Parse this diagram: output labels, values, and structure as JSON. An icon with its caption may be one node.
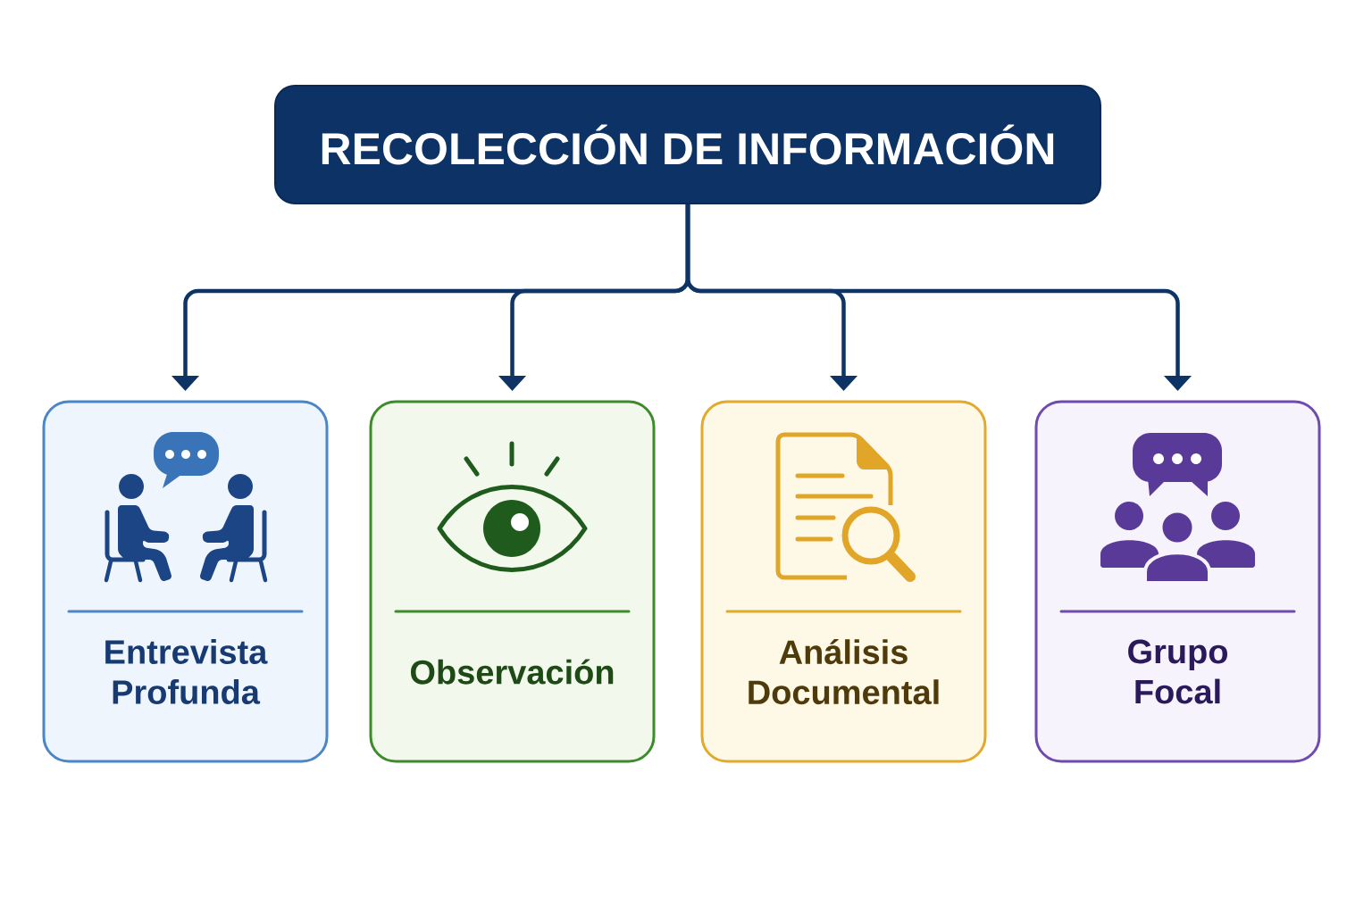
{
  "diagram": {
    "nodes": [
      {
        "text": [
          "RECOLECCIÓN DE INFORMACIÓN"
        ]
      },
      {
        "text": [
          "Entrevista Profunda"
        ]
      },
      {
        "text": [
          "Observación"
        ]
      },
      {
        "text": [
          "Análisis Documental"
        ]
      },
      {
        "text": [
          "Grupo Focal"
        ]
      }
    ],
    "edges": [
      {
        "from": 0,
        "to": 1,
        "arrow": "to"
      },
      {
        "from": 0,
        "to": 2,
        "arrow": "to"
      },
      {
        "from": 0,
        "to": 3,
        "arrow": "to"
      },
      {
        "from": 0,
        "to": 4,
        "arrow": "to"
      }
    ]
  }
}
